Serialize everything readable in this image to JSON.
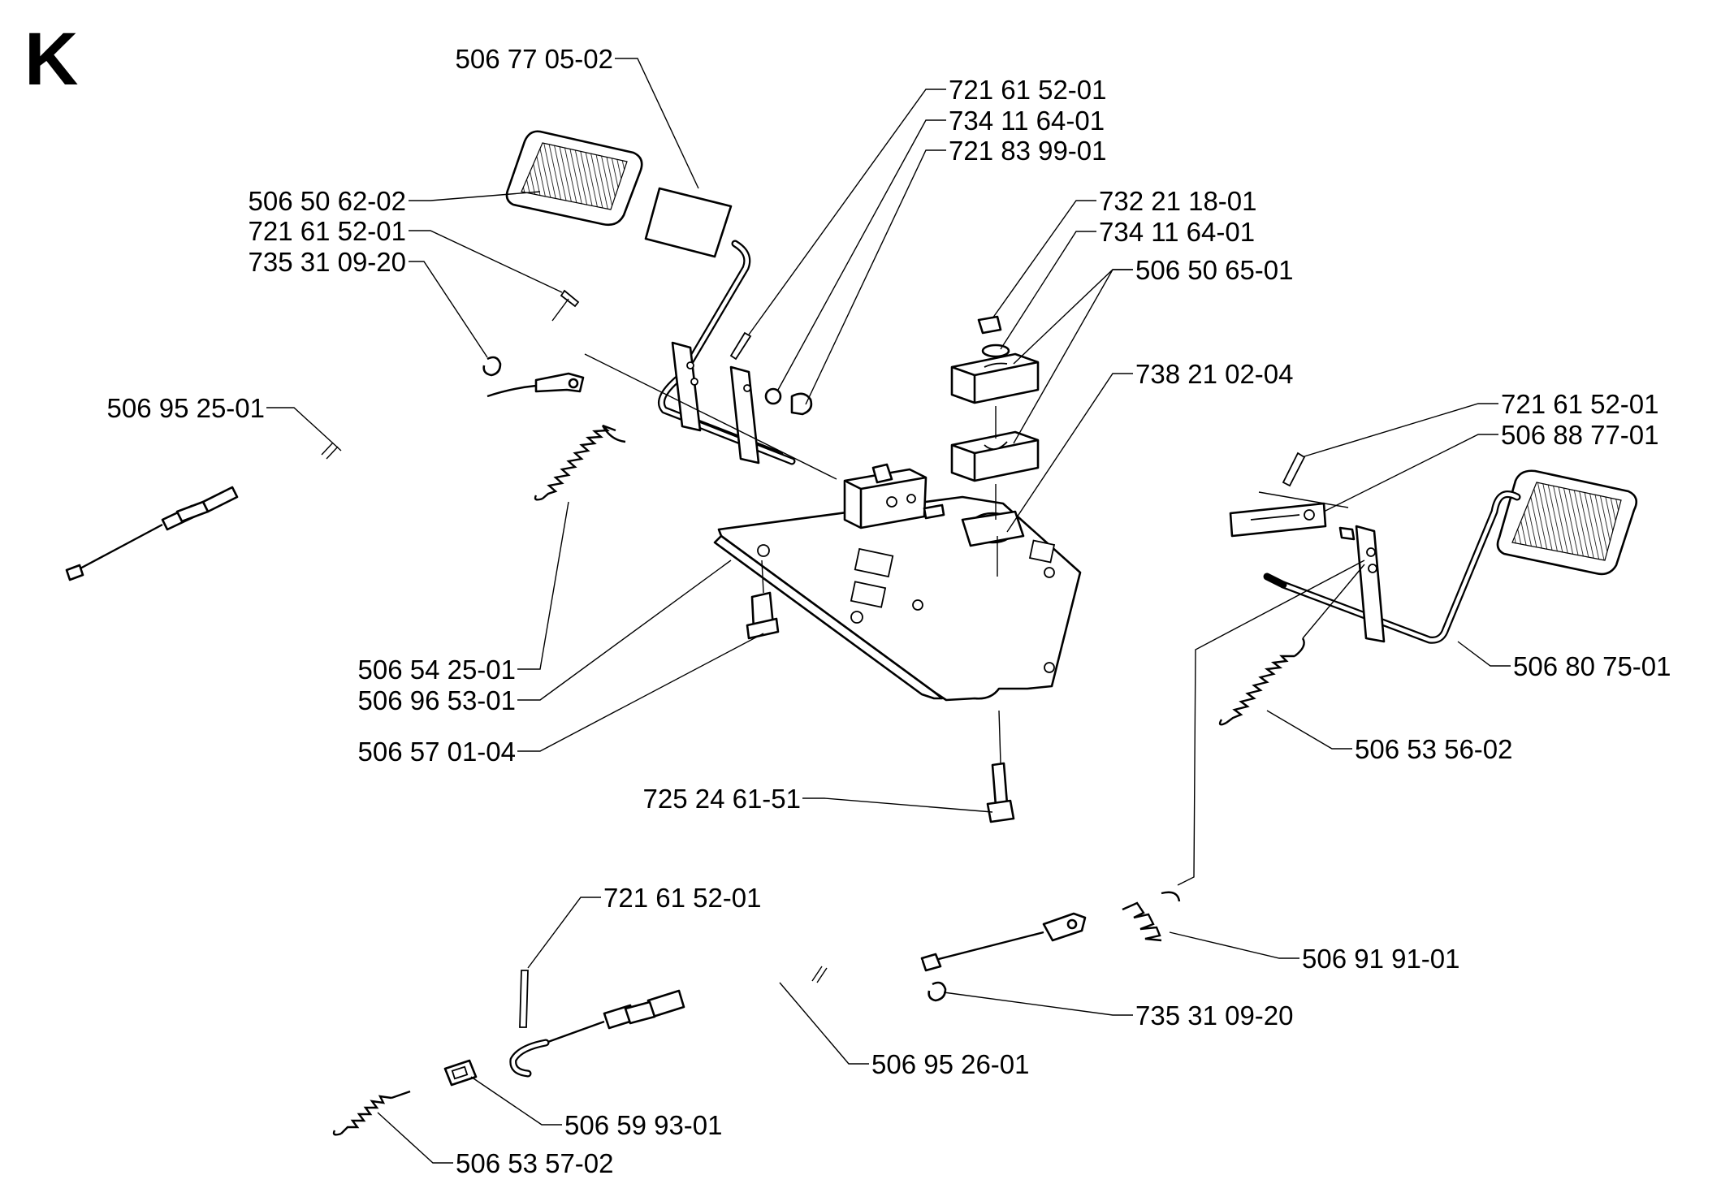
{
  "section": "K",
  "labels": [
    "506 77 05-02",
    "721 61 52-01",
    "734 11 64-01",
    "721 83 99-01",
    "506 50 62-02",
    "721 61 52-01",
    "735 31 09-20",
    "732 21 18-01",
    "734 11 64-01",
    "506 50 65-01",
    "738 21 02-04",
    "506 95 25-01",
    "721 61 52-01",
    "506 88 77-01",
    "506 54 25-01",
    "506 96 53-01",
    "506 80 75-01",
    "506 57 01-04",
    "506 53 56-02",
    "725 24 61-51",
    "721 61 52-01",
    "506 91 91-01",
    "735 31 09-20",
    "506 95 26-01",
    "506 59 93-01",
    "506 53 57-02"
  ]
}
